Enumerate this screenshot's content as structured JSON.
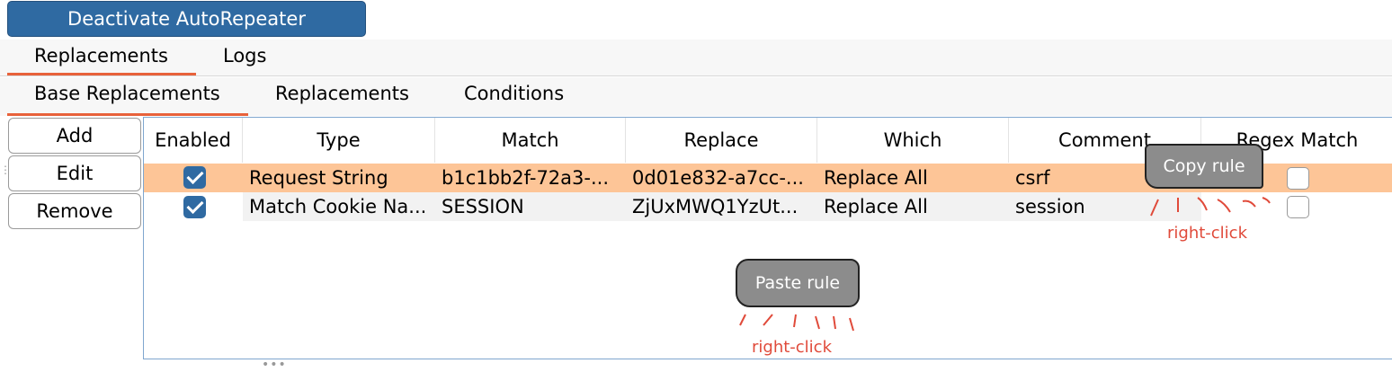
{
  "header": {
    "deactivate_label": "Deactivate AutoRepeater"
  },
  "main_tabs": [
    {
      "label": "Replacements",
      "selected": true
    },
    {
      "label": "Logs",
      "selected": false
    }
  ],
  "sub_tabs": [
    {
      "label": "Base Replacements",
      "selected": true
    },
    {
      "label": "Replacements",
      "selected": false
    },
    {
      "label": "Conditions",
      "selected": false
    }
  ],
  "side_buttons": {
    "add": "Add",
    "edit": "Edit",
    "remove": "Remove"
  },
  "table": {
    "columns": [
      "Enabled",
      "Type",
      "Match",
      "Replace",
      "Which",
      "Comment",
      "Regex Match"
    ],
    "rows": [
      {
        "enabled": true,
        "type": "Request String",
        "match": "b1c1bb2f-72a3-...",
        "replace": "0d01e832-a7cc-...",
        "which": "Replace All",
        "comment": "csrf",
        "regex": false,
        "selected": true
      },
      {
        "enabled": true,
        "type": "Match Cookie Na...",
        "match": "SESSION",
        "replace": "ZjUxMWQ1YzUt...",
        "which": "Replace All",
        "comment": "session",
        "regex": false,
        "selected": false
      }
    ]
  },
  "annotations": {
    "copy_rule": "Copy rule",
    "copy_hint": "right-click",
    "paste_rule": "Paste rule",
    "paste_hint": "right-click"
  },
  "colors": {
    "accent": "#2f6aa2",
    "tab_underline": "#e8623b",
    "selected_row": "#fdc597",
    "annotation": "#e04a3a"
  }
}
